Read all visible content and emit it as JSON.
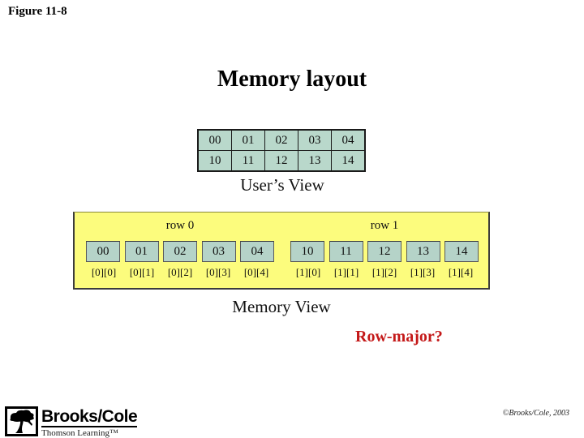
{
  "page": {
    "figure_label": "Figure 11-8",
    "title": "Memory layout",
    "copyright": "©Brooks/Cole, 2003"
  },
  "users_view": {
    "label": "User’s View",
    "rows": [
      [
        "00",
        "01",
        "02",
        "03",
        "04"
      ],
      [
        "10",
        "11",
        "12",
        "13",
        "14"
      ]
    ]
  },
  "memory_view": {
    "label": "Memory View",
    "question": "Row-major?",
    "groups": [
      {
        "row_label": "row 0",
        "cells": [
          "00",
          "01",
          "02",
          "03",
          "04"
        ],
        "indices": [
          "[0][0]",
          "[0][1]",
          "[0][2]",
          "[0][3]",
          "[0][4]"
        ]
      },
      {
        "row_label": "row 1",
        "cells": [
          "10",
          "11",
          "12",
          "13",
          "14"
        ],
        "indices": [
          "[1][0]",
          "[1][1]",
          "[1][2]",
          "[1][3]",
          "[1][4]"
        ]
      }
    ]
  },
  "logo": {
    "name": "Brooks/Cole",
    "tagline": "Thomson Learning™"
  },
  "colors": {
    "banner_yellow": "#fcfc7d",
    "cell_teal": "#b7d5c9",
    "accent_red": "#c41919"
  }
}
